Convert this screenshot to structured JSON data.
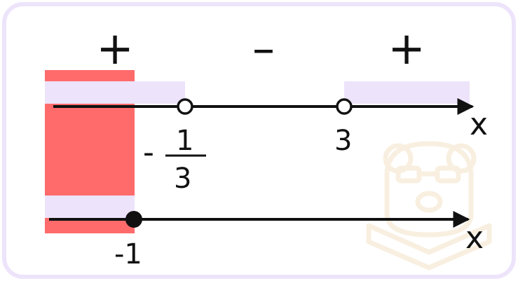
{
  "colors": {
    "frame": "#ede4fb",
    "interval_shade": "#ede4fb",
    "solution_shade": "#ff6b6b",
    "axis": "#111111",
    "watermark": "#f6e9d6"
  },
  "top_axis": {
    "variable": "x",
    "signs": [
      "+",
      "–",
      "+"
    ],
    "points": [
      {
        "label_sign": "-",
        "label_num": "1",
        "label_den": "3",
        "style": "open-circle"
      },
      {
        "label": "3",
        "style": "open-circle"
      }
    ]
  },
  "bottom_axis": {
    "variable": "x",
    "points": [
      {
        "label": "-1",
        "style": "filled-circle"
      }
    ]
  },
  "watermark_icon": "bear-mascot-icon"
}
